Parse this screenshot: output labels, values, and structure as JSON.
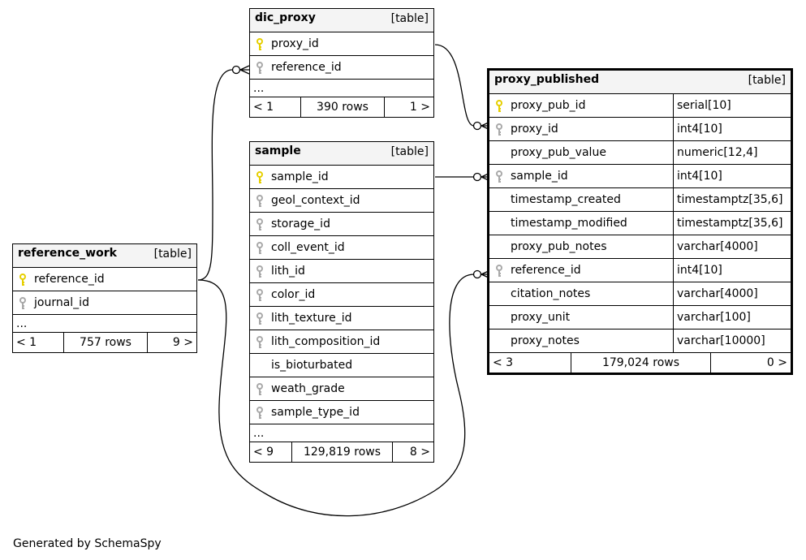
{
  "colors": {
    "primary_key": "#e6cf00",
    "foreign_key": "#a9a9a9",
    "header_bg": "#f4f4f4"
  },
  "tables": {
    "dic_proxy": {
      "name": "dic_proxy",
      "type": "[table]",
      "columns": [
        {
          "name": "proxy_id",
          "key": "primary-key-icon"
        },
        {
          "name": "reference_id",
          "key": "foreign-key-icon"
        }
      ],
      "ellipsis": "...",
      "footer": {
        "left": "< 1",
        "rows": "390 rows",
        "right": "1 >"
      }
    },
    "sample": {
      "name": "sample",
      "type": "[table]",
      "columns": [
        {
          "name": "sample_id",
          "key": "primary-key-icon"
        },
        {
          "name": "geol_context_id",
          "key": "foreign-key-icon"
        },
        {
          "name": "storage_id",
          "key": "foreign-key-icon"
        },
        {
          "name": "coll_event_id",
          "key": "foreign-key-icon"
        },
        {
          "name": "lith_id",
          "key": "foreign-key-icon"
        },
        {
          "name": "color_id",
          "key": "foreign-key-icon"
        },
        {
          "name": "lith_texture_id",
          "key": "foreign-key-icon"
        },
        {
          "name": "lith_composition_id",
          "key": "foreign-key-icon"
        },
        {
          "name": "is_bioturbated",
          "key": ""
        },
        {
          "name": "weath_grade",
          "key": "foreign-key-icon"
        },
        {
          "name": "sample_type_id",
          "key": "foreign-key-icon"
        }
      ],
      "ellipsis": "...",
      "footer": {
        "left": "< 9",
        "rows": "129,819 rows",
        "right": "8 >"
      }
    },
    "reference_work": {
      "name": "reference_work",
      "type": "[table]",
      "columns": [
        {
          "name": "reference_id",
          "key": "primary-key-icon"
        },
        {
          "name": "journal_id",
          "key": "foreign-key-icon"
        }
      ],
      "ellipsis": "...",
      "footer": {
        "left": "< 1",
        "rows": "757 rows",
        "right": "9 >"
      }
    },
    "proxy_published": {
      "name": "proxy_published",
      "type": "[table]",
      "columns": [
        {
          "name": "proxy_pub_id",
          "type": "serial[10]",
          "key": "primary-key-icon"
        },
        {
          "name": "proxy_id",
          "type": "int4[10]",
          "key": "foreign-key-icon"
        },
        {
          "name": "proxy_pub_value",
          "type": "numeric[12,4]",
          "key": ""
        },
        {
          "name": "sample_id",
          "type": "int4[10]",
          "key": "foreign-key-icon"
        },
        {
          "name": "timestamp_created",
          "type": "timestamptz[35,6]",
          "key": ""
        },
        {
          "name": "timestamp_modified",
          "type": "timestamptz[35,6]",
          "key": ""
        },
        {
          "name": "proxy_pub_notes",
          "type": "varchar[4000]",
          "key": ""
        },
        {
          "name": "reference_id",
          "type": "int4[10]",
          "key": "foreign-key-icon"
        },
        {
          "name": "citation_notes",
          "type": "varchar[4000]",
          "key": ""
        },
        {
          "name": "proxy_unit",
          "type": "varchar[100]",
          "key": ""
        },
        {
          "name": "proxy_notes",
          "type": "varchar[10000]",
          "key": ""
        }
      ],
      "footer": {
        "left": "< 3",
        "rows": "179,024 rows",
        "right": "0 >"
      }
    }
  },
  "credit": "Generated by SchemaSpy"
}
